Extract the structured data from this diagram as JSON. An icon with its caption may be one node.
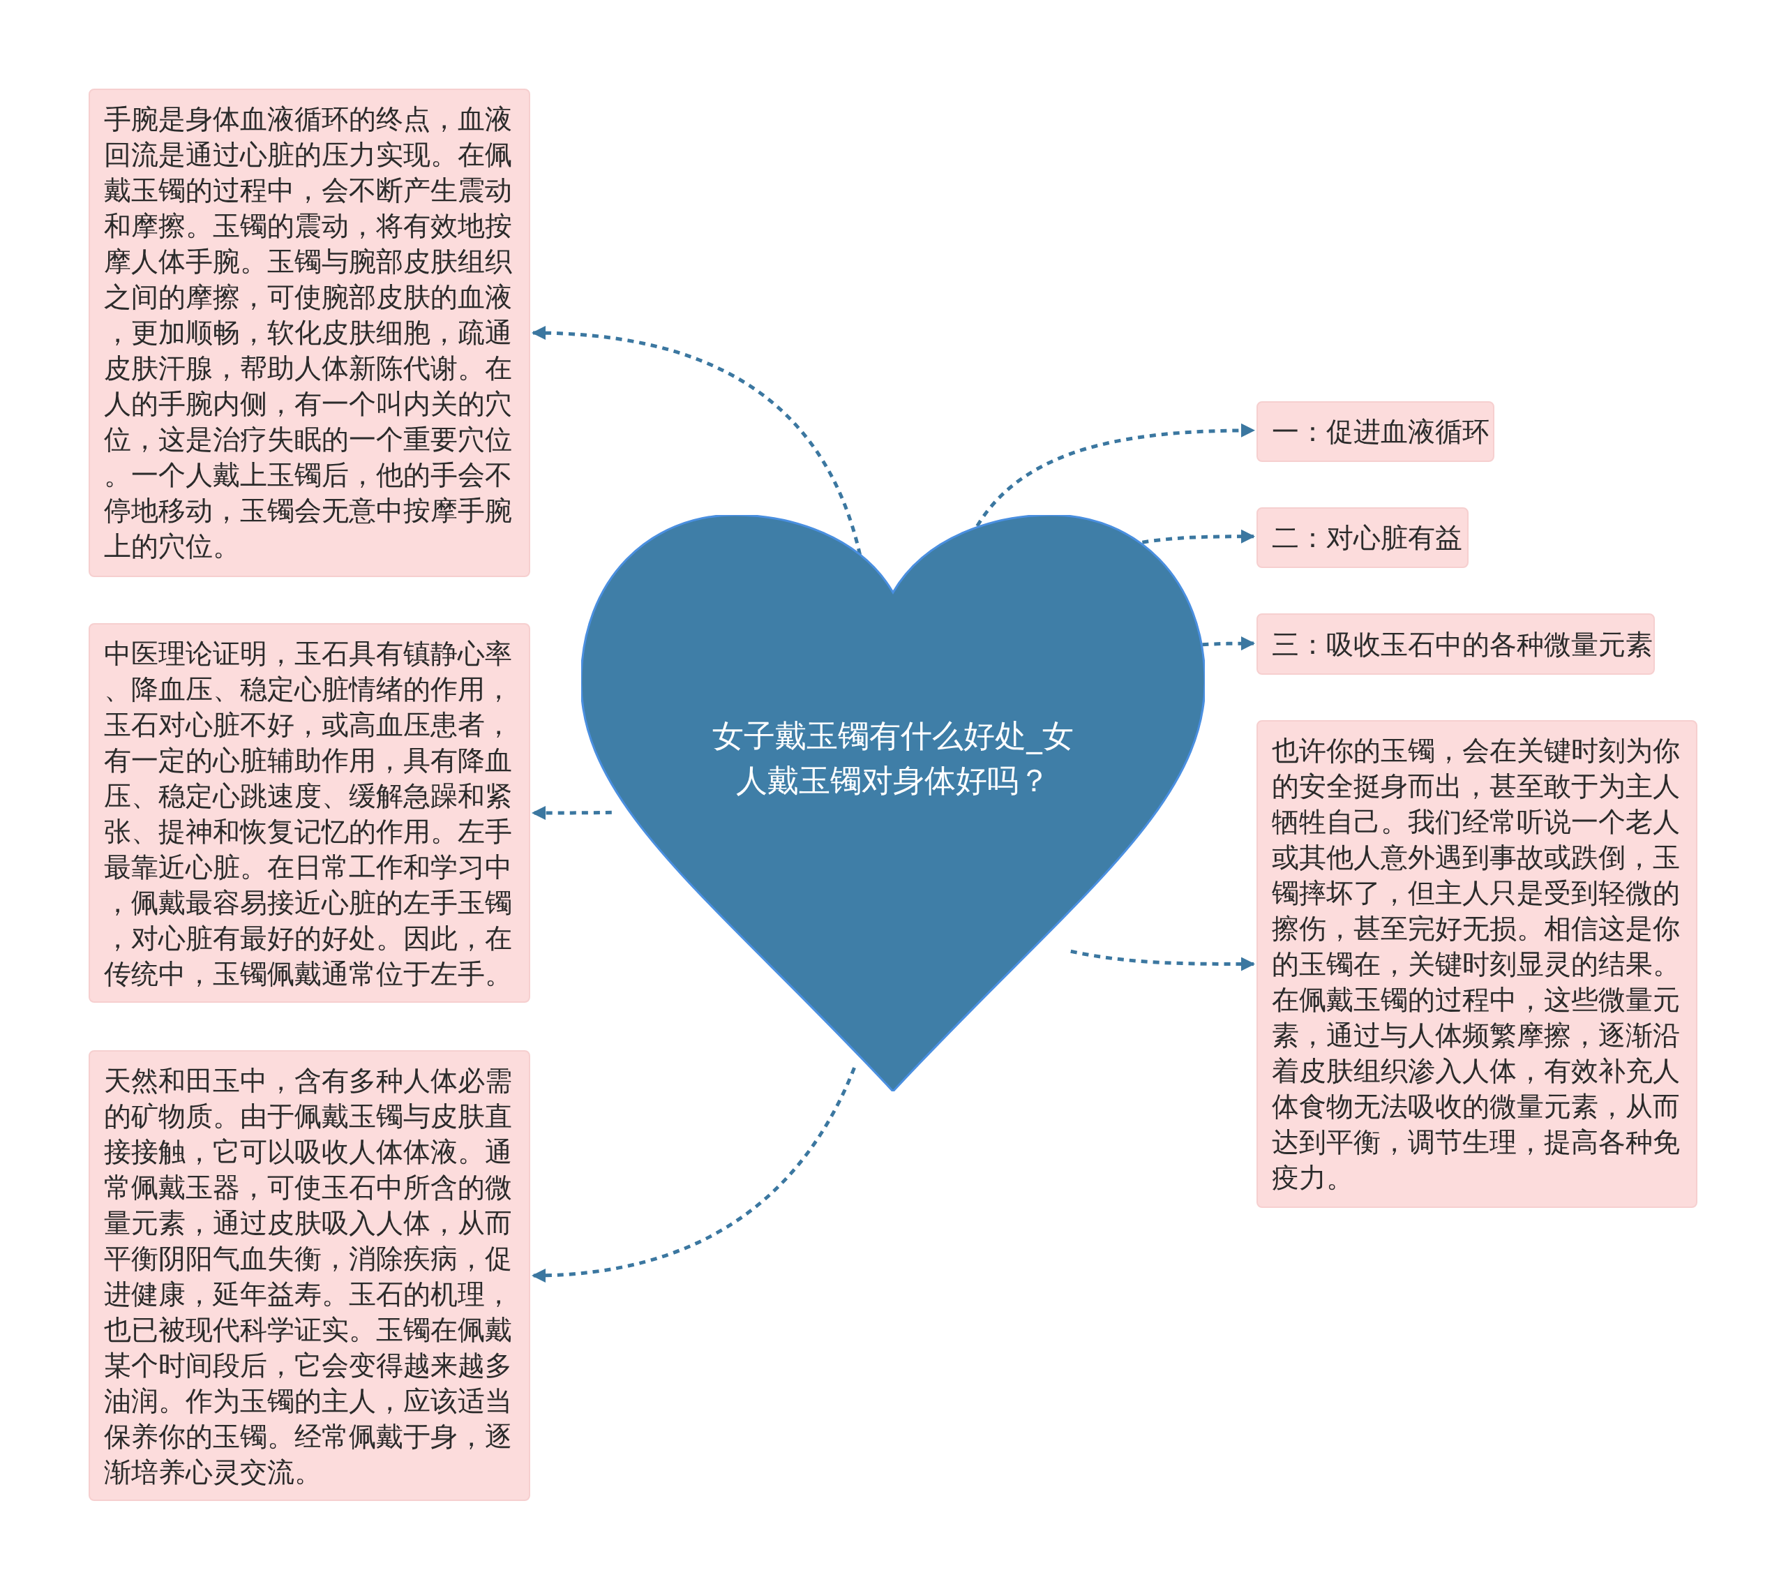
{
  "diagram": {
    "nodes": [
      {
        "text": [
          "女子戴玉镯有什么好处_女人戴玉镯对身体好吗？"
        ]
      },
      {
        "text": [
          "手腕是身体血液循环的终点，血液回流是通过心脏的压力实现。在佩戴玉镯的过程中，会不断产生震动和摩擦。玉镯的震动，将有效地按摩人体手腕。玉镯与腕部皮肤组织之间的摩擦，可使腕部皮肤的血液，更加顺畅，软化皮肤细胞，疏通皮肤汗腺，帮助人体新陈代谢。在人的手腕内侧，有一个叫内关的穴位，这是治疗失眠的一个重要穴位。一个人戴上玉镯后，他的手会不停地移动，玉镯会无意中按摩手腕上的穴位。"
        ]
      },
      {
        "text": [
          "中医理论证明，玉石具有镇静心率、降血压、稳定心脏情绪的作用，玉石对心脏不好，或高血压患者，有一定的心脏辅助作用，具有降血压、稳定心跳速度、缓解急躁和紧张、提神和恢复记忆的作用。左手最靠近心脏。在日常工作和学习中，佩戴最容易接近心脏的左手玉镯，对心脏有最好的好处。因此，在传统中，玉镯佩戴通常位于左手。"
        ]
      },
      {
        "text": [
          "天然和田玉中，含有多种人体必需的矿物质。由于佩戴玉镯与皮肤直接接触，它可以吸收人体体液。通常佩戴玉器，可使玉石中所含的微量元素，通过皮肤吸入人体，从而平衡阴阳气血失衡，消除疾病，促进健康，延年益寿。玉石的机理，也已被现代科学证实。玉镯在佩戴某个时间段后，它会变得越来越多油润。作为玉镯的主人，应该适当保养你的玉镯。经常佩戴于身，逐渐培养心灵交流。"
        ]
      },
      {
        "text": [
          "一：促进血液循环"
        ]
      },
      {
        "text": [
          "二：对心脏有益"
        ]
      },
      {
        "text": [
          "三：吸收玉石中的各种微量元素"
        ]
      },
      {
        "text": [
          "也许你的玉镯，会在关键时刻为你的安全挺身而出，甚至敢于为主人牺牲自己。我们经常听说一个老人或其他人意外遇到事故或跌倒，玉镯摔坏了，但主人只是受到轻微的擦伤，甚至完好无损。相信这是你的玉镯在，关键时刻显灵的结果。在佩戴玉镯的过程中，这些微量元素，通过与人体频繁摩擦，逐渐沿着皮肤组织渗入人体，有效补充人体食物无法吸收的微量元素，从而达到平衡，调节生理，提高各种免疫力。"
        ]
      }
    ],
    "edges": [
      {
        "from": 0,
        "to": 1,
        "arrow": "to",
        "style": "dashed"
      },
      {
        "from": 0,
        "to": 4,
        "arrow": "to",
        "style": "dashed"
      },
      {
        "from": 0,
        "to": 5,
        "arrow": "to",
        "style": "dashed"
      },
      {
        "from": 0,
        "to": 6,
        "arrow": "to",
        "style": "dashed"
      },
      {
        "from": 0,
        "to": 7,
        "arrow": "to",
        "style": "dashed"
      },
      {
        "from": 0,
        "to": 2,
        "arrow": "to",
        "style": "dashed"
      },
      {
        "from": 0,
        "to": 3,
        "arrow": "to",
        "style": "dashed"
      }
    ]
  }
}
